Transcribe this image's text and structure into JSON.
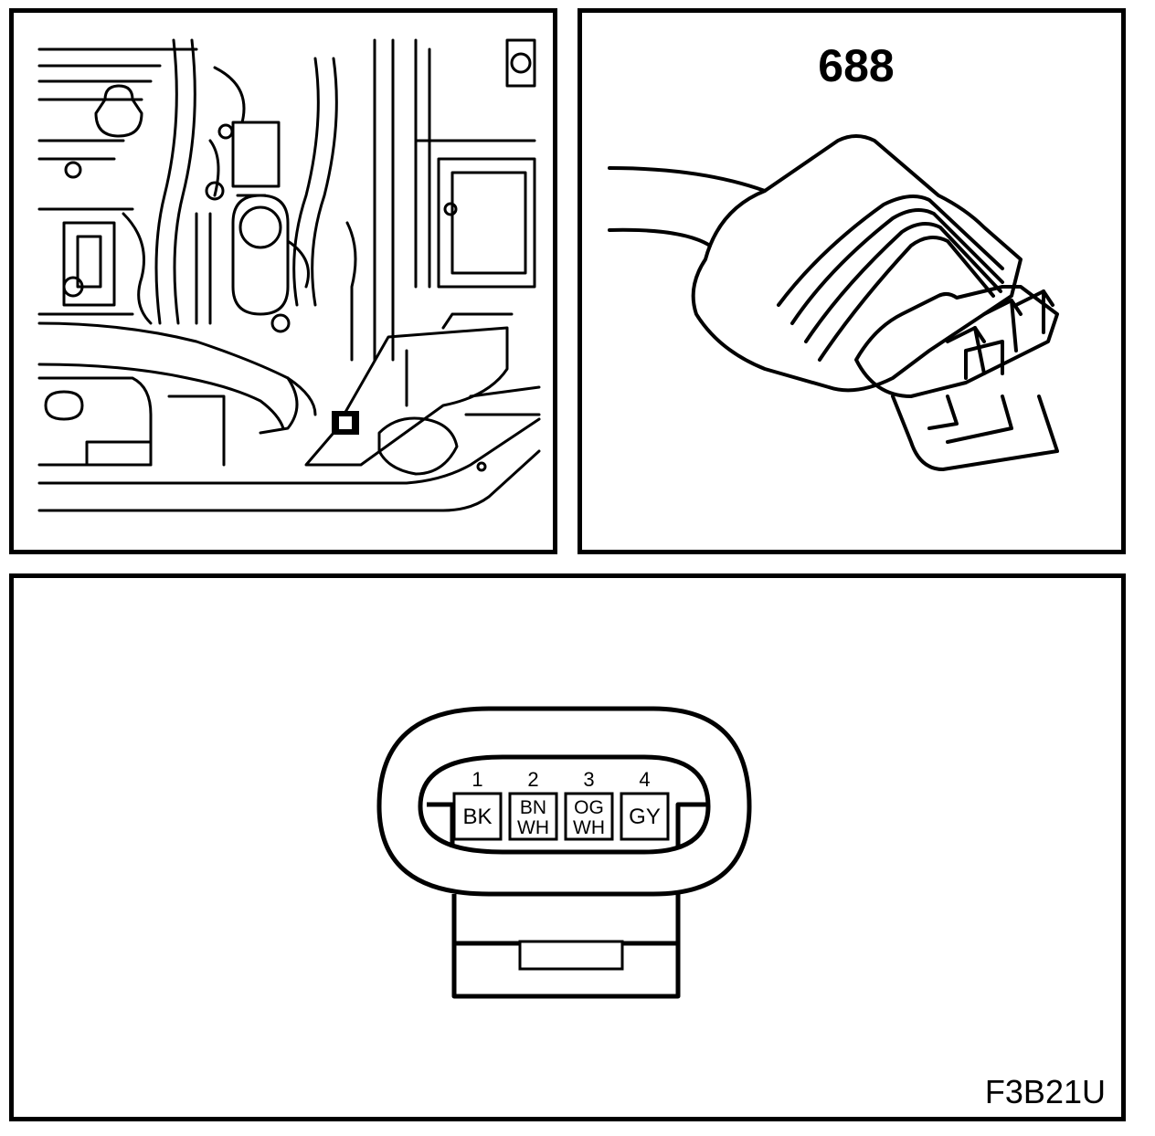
{
  "connector": {
    "number": "688"
  },
  "pinout": {
    "pins": [
      {
        "num": "1",
        "line1": "BK",
        "line2": ""
      },
      {
        "num": "2",
        "line1": "BN",
        "line2": "WH"
      },
      {
        "num": "3",
        "line1": "OG",
        "line2": "WH"
      },
      {
        "num": "4",
        "line1": "GY",
        "line2": ""
      }
    ]
  },
  "figure_code": "F3B21U"
}
